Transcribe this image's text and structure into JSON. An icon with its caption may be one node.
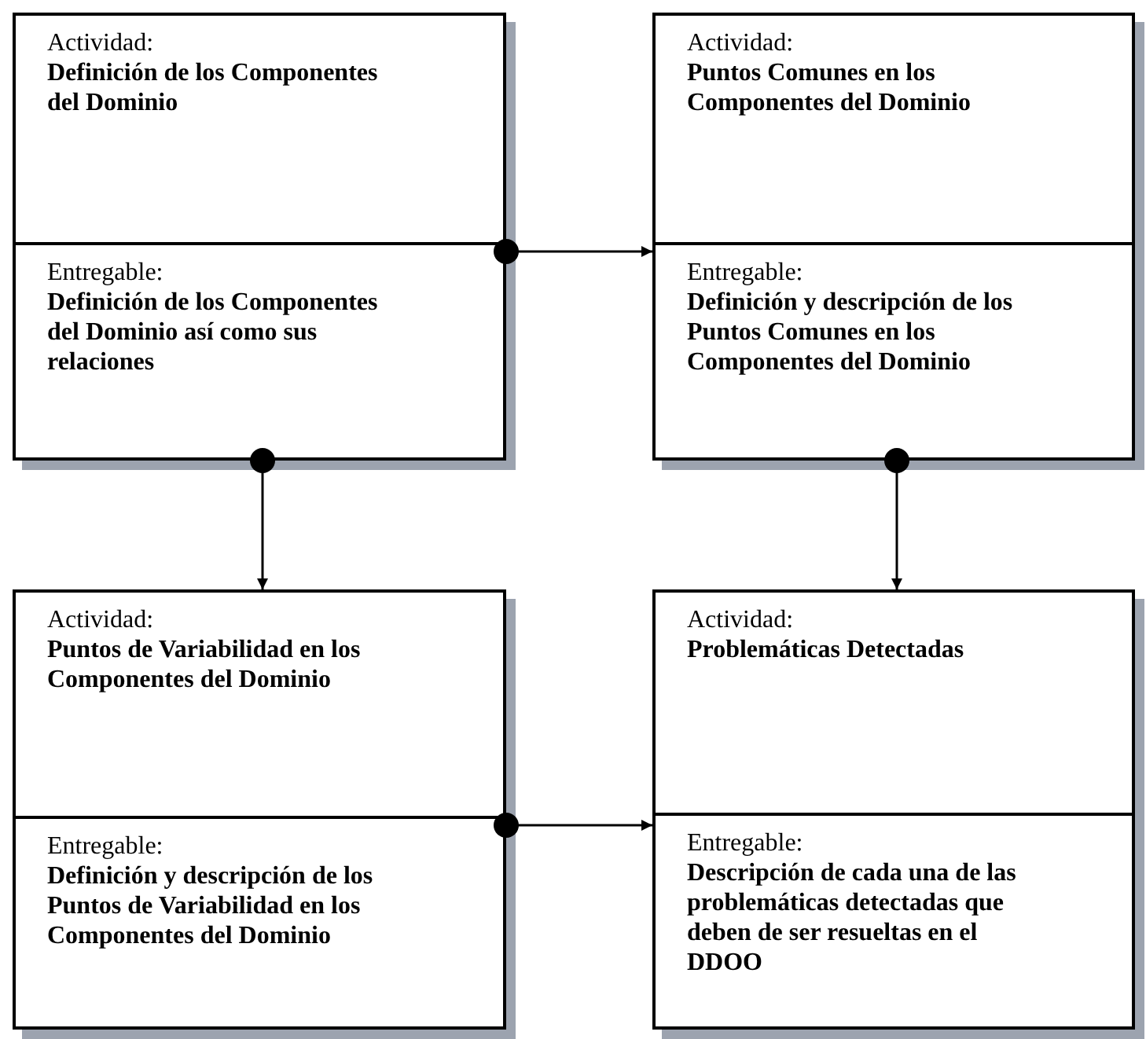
{
  "diagram": {
    "nodes": [
      {
        "text": [],
        "shape": "box"
      },
      {
        "text": [
          "Actividad:",
          "Definición de los Componentes del Dominio"
        ],
        "in": 0
      },
      {
        "text": [
          "Entregable:",
          "Definición de los Componentes del Dominio así como sus relaciones"
        ],
        "in": 0
      },
      {
        "text": [],
        "shape": "box"
      },
      {
        "text": [
          "Actividad:",
          "Puntos Comunes en los Componentes del Dominio"
        ],
        "in": 3
      },
      {
        "text": [
          "Entregable:",
          "Definición y descripción de los Puntos Comunes en los Componentes del Dominio"
        ],
        "in": 3
      },
      {
        "text": [],
        "shape": "box"
      },
      {
        "text": [
          "Actividad:",
          "Puntos de Variabilidad en los Componentes del Dominio"
        ],
        "in": 6
      },
      {
        "text": [
          "Entregable:",
          "Definición y descripción de los Puntos de Variabilidad en los Componentes del Dominio"
        ],
        "in": 6
      },
      {
        "text": [],
        "shape": "box"
      },
      {
        "text": [
          "Actividad:",
          "Problemáticas Detectadas"
        ],
        "in": 9
      },
      {
        "text": [
          "Entregable:",
          "Descripción de cada una de las problemáticas detectadas que deben de ser resueltas en el DDOO"
        ],
        "in": 9
      }
    ],
    "edges": [
      {
        "from": 0,
        "to": 3,
        "arrow": "to"
      },
      {
        "from": 0,
        "to": 6,
        "arrow": "to"
      },
      {
        "from": 3,
        "to": 9,
        "arrow": "to"
      },
      {
        "from": 6,
        "to": 9,
        "arrow": "to"
      }
    ]
  }
}
